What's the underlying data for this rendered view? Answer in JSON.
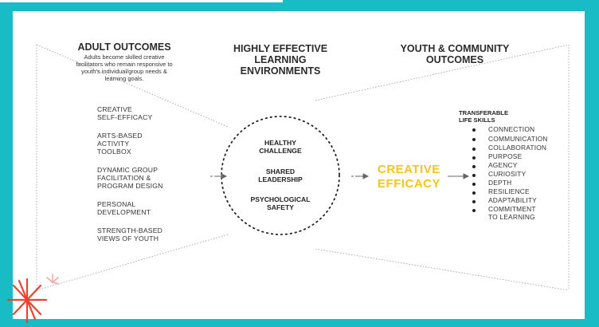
{
  "adult": {
    "title": "ADULT OUTCOMES",
    "description": [
      "Adults become skilled creative",
      "facilitators who remain responsive to",
      "youth's individual/group needs &",
      "learning goals."
    ],
    "items": [
      [
        "CREATIVE",
        "SELF-EFFICACY"
      ],
      [
        "ARTS-BASED",
        "ACTIVITY",
        "TOOLBOX"
      ],
      [
        "DYNAMIC GROUP",
        "FACILITATION &",
        "PROGRAM DESIGN"
      ],
      [
        "PERSONAL",
        "DEVELOPMENT"
      ],
      [
        "STRENGTH-BASED",
        "VIEWS OF YOUTH"
      ]
    ]
  },
  "environments": {
    "title": [
      "HIGHLY EFFECTIVE",
      "LEARNING",
      "ENVIRONMENTS"
    ],
    "items": [
      [
        "HEALTHY",
        "CHALLENGE"
      ],
      [
        "SHARED",
        "LEADERSHIP"
      ],
      [
        "PSYCHOLOGICAL",
        "SAFETY"
      ]
    ]
  },
  "center": {
    "label": [
      "CREATIVE",
      "EFFICACY"
    ],
    "color": "#f5c518"
  },
  "youth": {
    "title": [
      "YOUTH & COMMUNITY",
      "OUTCOMES"
    ],
    "skills_title": [
      "TRANSFERABLE",
      "LIFE SKILLS"
    ],
    "skills": [
      "CONNECTION",
      "COMMUNICATION",
      "COLLABORATION",
      "PURPOSE",
      "AGENCY",
      "CURIOSITY",
      "DEPTH",
      "RESILIENCE",
      "ADAPTABILITY",
      "COMMITMENT",
      "TO LEARNING"
    ]
  },
  "colors": {
    "frame": "#19bcc4",
    "accent": "#f5c518",
    "decoration": "#e8432e"
  }
}
